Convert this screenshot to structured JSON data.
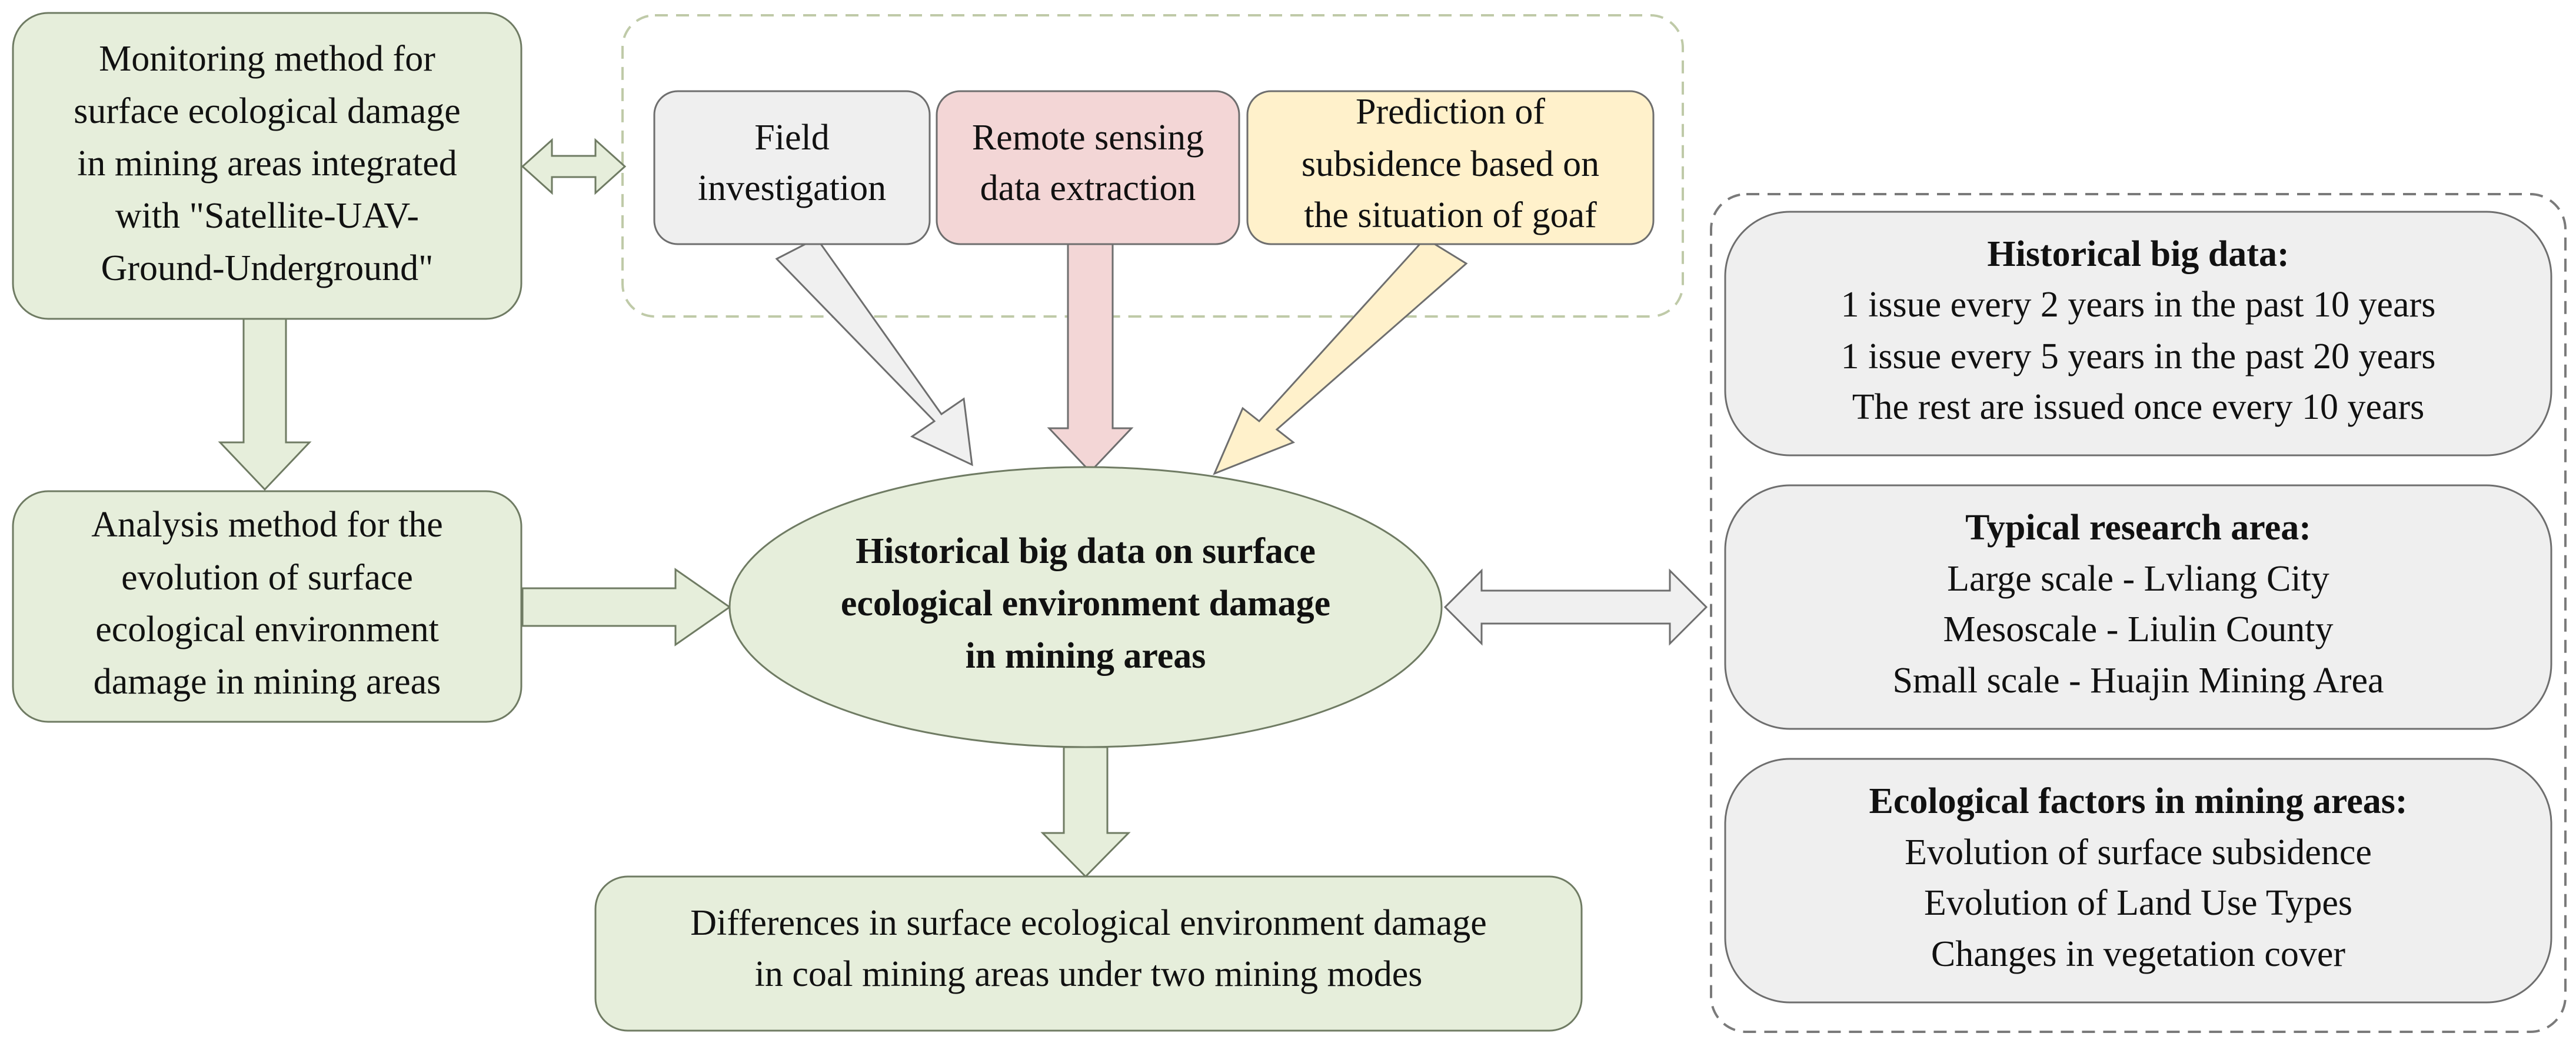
{
  "colors": {
    "green_fill": "#e6eedb",
    "green_stroke": "#6f7b63",
    "gray_fill": "#efefef",
    "gray_stroke": "#6e6e6e",
    "pink_fill": "#f3d6d6",
    "yellow_fill": "#fff1cb",
    "dash_green": "#bfcaa8",
    "dash_gray": "#7a7a7a",
    "arrow_green": "#e6eedb",
    "arrow_gray": "#f0f0f0",
    "arrow_pink": "#f3d6d6",
    "arrow_yellow": "#fff1cb"
  },
  "monitoring_box": {
    "lines": [
      "Monitoring method for",
      "surface ecological damage",
      "in mining areas integrated",
      "with \"Satellite-UAV-",
      "Ground-Underground\""
    ]
  },
  "data_sources": {
    "field": {
      "lines": [
        "Field",
        "investigation"
      ]
    },
    "remote": {
      "lines": [
        "Remote sensing",
        "data extraction"
      ]
    },
    "prediction": {
      "lines": [
        "Prediction of",
        "subsidence based on",
        "the situation of goaf"
      ]
    }
  },
  "analysis_box": {
    "lines": [
      "Analysis method for the",
      "evolution of surface",
      "ecological environment",
      "damage in mining areas"
    ]
  },
  "central_ellipse": {
    "lines": [
      "Historical big data on surface",
      "ecological environment damage",
      "in mining areas"
    ]
  },
  "differences_box": {
    "lines": [
      "Differences in surface ecological environment damage",
      "in coal mining areas under two mining modes"
    ]
  },
  "right_panel": {
    "historical": {
      "title": "Historical big data:",
      "lines": [
        "1 issue every 2 years in the past 10 years",
        "1 issue every 5 years in the past 20 years",
        "The rest are issued once every 10 years"
      ]
    },
    "typical": {
      "title": "Typical research area:",
      "lines": [
        "Large scale - Lvliang City",
        "Mesoscale - Liulin County",
        "Small scale - Huajin Mining Area"
      ]
    },
    "ecological": {
      "title": "Ecological factors in mining areas:",
      "lines": [
        "Evolution of surface subsidence",
        "Evolution of Land Use Types",
        "Changes in vegetation cover"
      ]
    }
  }
}
